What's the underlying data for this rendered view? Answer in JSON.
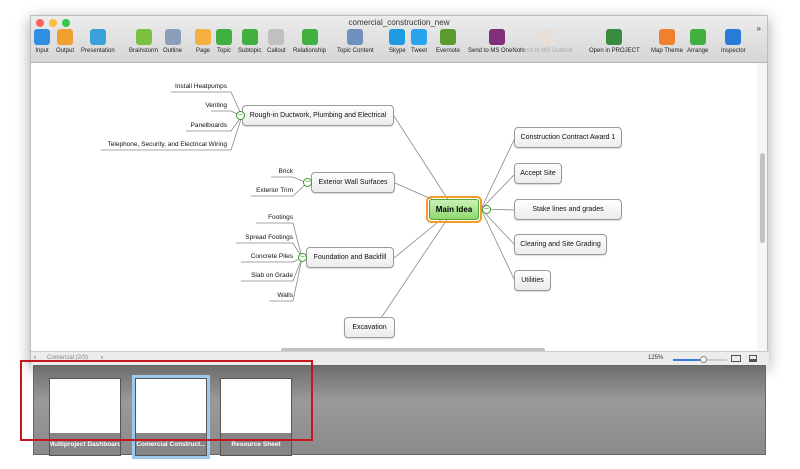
{
  "window": {
    "title": "comercial_construction_new"
  },
  "toolbar": [
    {
      "label": "Input",
      "icon": "input-arrow-icon",
      "color": "#2f8fe0"
    },
    {
      "label": "Output",
      "icon": "output-arrow-icon",
      "color": "#f0a030"
    },
    {
      "label": "Presentation",
      "icon": "presentation-icon",
      "color": "#3aa0d8"
    },
    {
      "label": "Brainstorm",
      "icon": "brainstorm-icon",
      "color": "#7cc040"
    },
    {
      "label": "Outline",
      "icon": "outline-icon",
      "color": "#8aa0b8"
    },
    {
      "label": "Page",
      "icon": "page-add-icon",
      "color": "#f4b040"
    },
    {
      "label": "Topic",
      "icon": "topic-add-icon",
      "color": "#40b040"
    },
    {
      "label": "Subtopic",
      "icon": "subtopic-add-icon",
      "color": "#40b040"
    },
    {
      "label": "Callout",
      "icon": "callout-icon",
      "color": "#c0c0c0"
    },
    {
      "label": "Relationship",
      "icon": "relationship-icon",
      "color": "#40b040"
    },
    {
      "label": "Topic Content",
      "icon": "topic-content-icon",
      "color": "#7090c0"
    },
    {
      "label": "Skype",
      "icon": "skype-icon",
      "color": "#1e9be0"
    },
    {
      "label": "Tweet",
      "icon": "twitter-icon",
      "color": "#2aa3ef"
    },
    {
      "label": "Evernote",
      "icon": "evernote-icon",
      "color": "#5a9a30"
    },
    {
      "label": "Send to MS OneNote",
      "icon": "onenote-icon",
      "color": "#80307a"
    },
    {
      "label": "Send to MS Outlook",
      "icon": "outlook-icon",
      "color": "#e8e0d8",
      "disabled": true
    },
    {
      "label": "Open in PROJECT",
      "icon": "project-icon",
      "color": "#3a8a40"
    },
    {
      "label": "Map Theme",
      "icon": "map-theme-icon",
      "color": "#f08030"
    },
    {
      "label": "Arrange",
      "icon": "arrange-icon",
      "color": "#40b040"
    },
    {
      "label": "Inspector",
      "icon": "info-icon",
      "color": "#2a7ad8"
    }
  ],
  "more_label": "»",
  "map": {
    "main": "Main Idea",
    "left": [
      {
        "label": "Rough-in Ductwork, Plumbing and Electrical",
        "children": [
          "Install Heatpumps",
          "Venting",
          "Panelboards",
          "Telephone, Security, and Electrical Wiring"
        ]
      },
      {
        "label": "Exterior Wall Surfaces",
        "children": [
          "Brick",
          "Exterior Trim"
        ]
      },
      {
        "label": "Foundation and Backfill",
        "children": [
          "Footings",
          "Spread Footings",
          "Concrete Piles",
          "Slab on Grade",
          "Walls"
        ]
      },
      {
        "label": "Excavation",
        "children": []
      }
    ],
    "right": [
      "Construction Contract Award 1",
      "Accept Site",
      "Stake lines and grades",
      "Clearing and Site Grading",
      "Utilities"
    ]
  },
  "status": {
    "page_nav": "Comercial (2/3)",
    "zoom": "125%",
    "zoom_fraction": 0.55
  },
  "pages": [
    {
      "label": "Multiproject Dashboard",
      "selected": false
    },
    {
      "label": "Comercial Construct...",
      "selected": true
    },
    {
      "label": "Resource Sheet",
      "selected": false
    }
  ]
}
